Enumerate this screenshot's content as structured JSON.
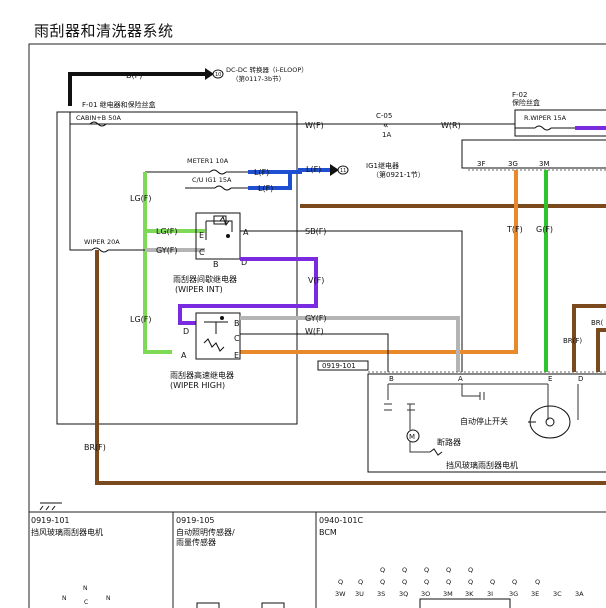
{
  "page": {
    "title": "雨刮器和清洗器系统"
  },
  "top": {
    "bf_label": "B(F)",
    "conn_10": "10",
    "dcdc_line1": "DC-DC 转换器（i-ELOOP）",
    "dcdc_line2": "（第0117-3b节）"
  },
  "fuse_box": {
    "title": "F-01  继电器和保险丝盒",
    "cabin_fuse": "CABIN+B 50A",
    "meter_fuse": "METER1 10A",
    "cu_fuse": "C/U IG1 15A",
    "wiper_fuse": "WIPER 20A"
  },
  "fuse_box2": {
    "id": "F-02",
    "title": "保险丝盒",
    "rwiper": "R.WIPER 15A"
  },
  "wires": {
    "wf": "W(F)",
    "c05": "C-05",
    "c05_pin": "1A",
    "wr": "W(R)",
    "lf1": "L(F)",
    "lf2": "L(F)",
    "lf3": "L(F)",
    "lg1": "LG(F)",
    "lg2": "LG(F)",
    "lg3": "LG(F)",
    "gy1": "GY(F)",
    "gy2": "GY(F)",
    "wf2": "W(F)",
    "sb": "SB(F)",
    "vf": "V(F)",
    "tf": "T(F)",
    "gf": "G(F)",
    "brf": "BR(F)",
    "brf2": "BR(F)",
    "br_edge": "BR("
  },
  "ig1": {
    "conn": "11",
    "line1": "IG1继电器",
    "line2": "（第0921-1节）"
  },
  "bcm_pins_top": [
    "3F",
    "3G",
    "3M"
  ],
  "relay_int": {
    "name": "雨刮器间歇继电器",
    "en": "(WIPER INT)",
    "pins": {
      "a": "A",
      "b": "B",
      "c": "C",
      "d": "D",
      "e": "E"
    }
  },
  "relay_high": {
    "name": "雨刮器高速继电器",
    "en": "(WIPER HIGH)",
    "pins": {
      "a": "A",
      "b": "B",
      "c": "C",
      "d": "D",
      "e": "E"
    }
  },
  "motor": {
    "connector": "0919-101",
    "pins": [
      "B",
      "A",
      "E",
      "D"
    ],
    "auto_stop": "自动停止开关",
    "breaker": "断路器",
    "name": "挡风玻璃雨刮器电机",
    "m": "M"
  },
  "legend": {
    "cols": [
      {
        "id": "0919-101",
        "name": "挡风玻璃雨刮器电机"
      },
      {
        "id": "0919-105",
        "name": "自动照明传感器/",
        "name2": "雨量传感器"
      },
      {
        "id": "0940-101C",
        "name": "BCM"
      }
    ],
    "bcm_q_row1": [
      "Q",
      "Q",
      "Q",
      "Q",
      "Q"
    ],
    "bcm_q_row2": [
      "Q",
      "Q",
      "Q",
      "Q",
      "Q",
      "Q",
      "Q",
      "Q",
      "Q",
      "Q"
    ],
    "bcm_pins": [
      "3W",
      "3U",
      "3S",
      "3Q",
      "3O",
      "3M",
      "3K",
      "3I",
      "3G",
      "3E",
      "3C",
      "3A"
    ],
    "motor_conn": {
      "n1": "N",
      "c": "C",
      "n2": "N",
      "n3": "N"
    }
  },
  "colors": {
    "black": "#111111",
    "green": "#7ed957",
    "blue": "#1f4fd1",
    "gray": "#b4b4b4",
    "purple": "#7a2be0",
    "orange": "#e8892c",
    "brown": "#7a4a1e",
    "bright_green": "#2ec42e"
  }
}
